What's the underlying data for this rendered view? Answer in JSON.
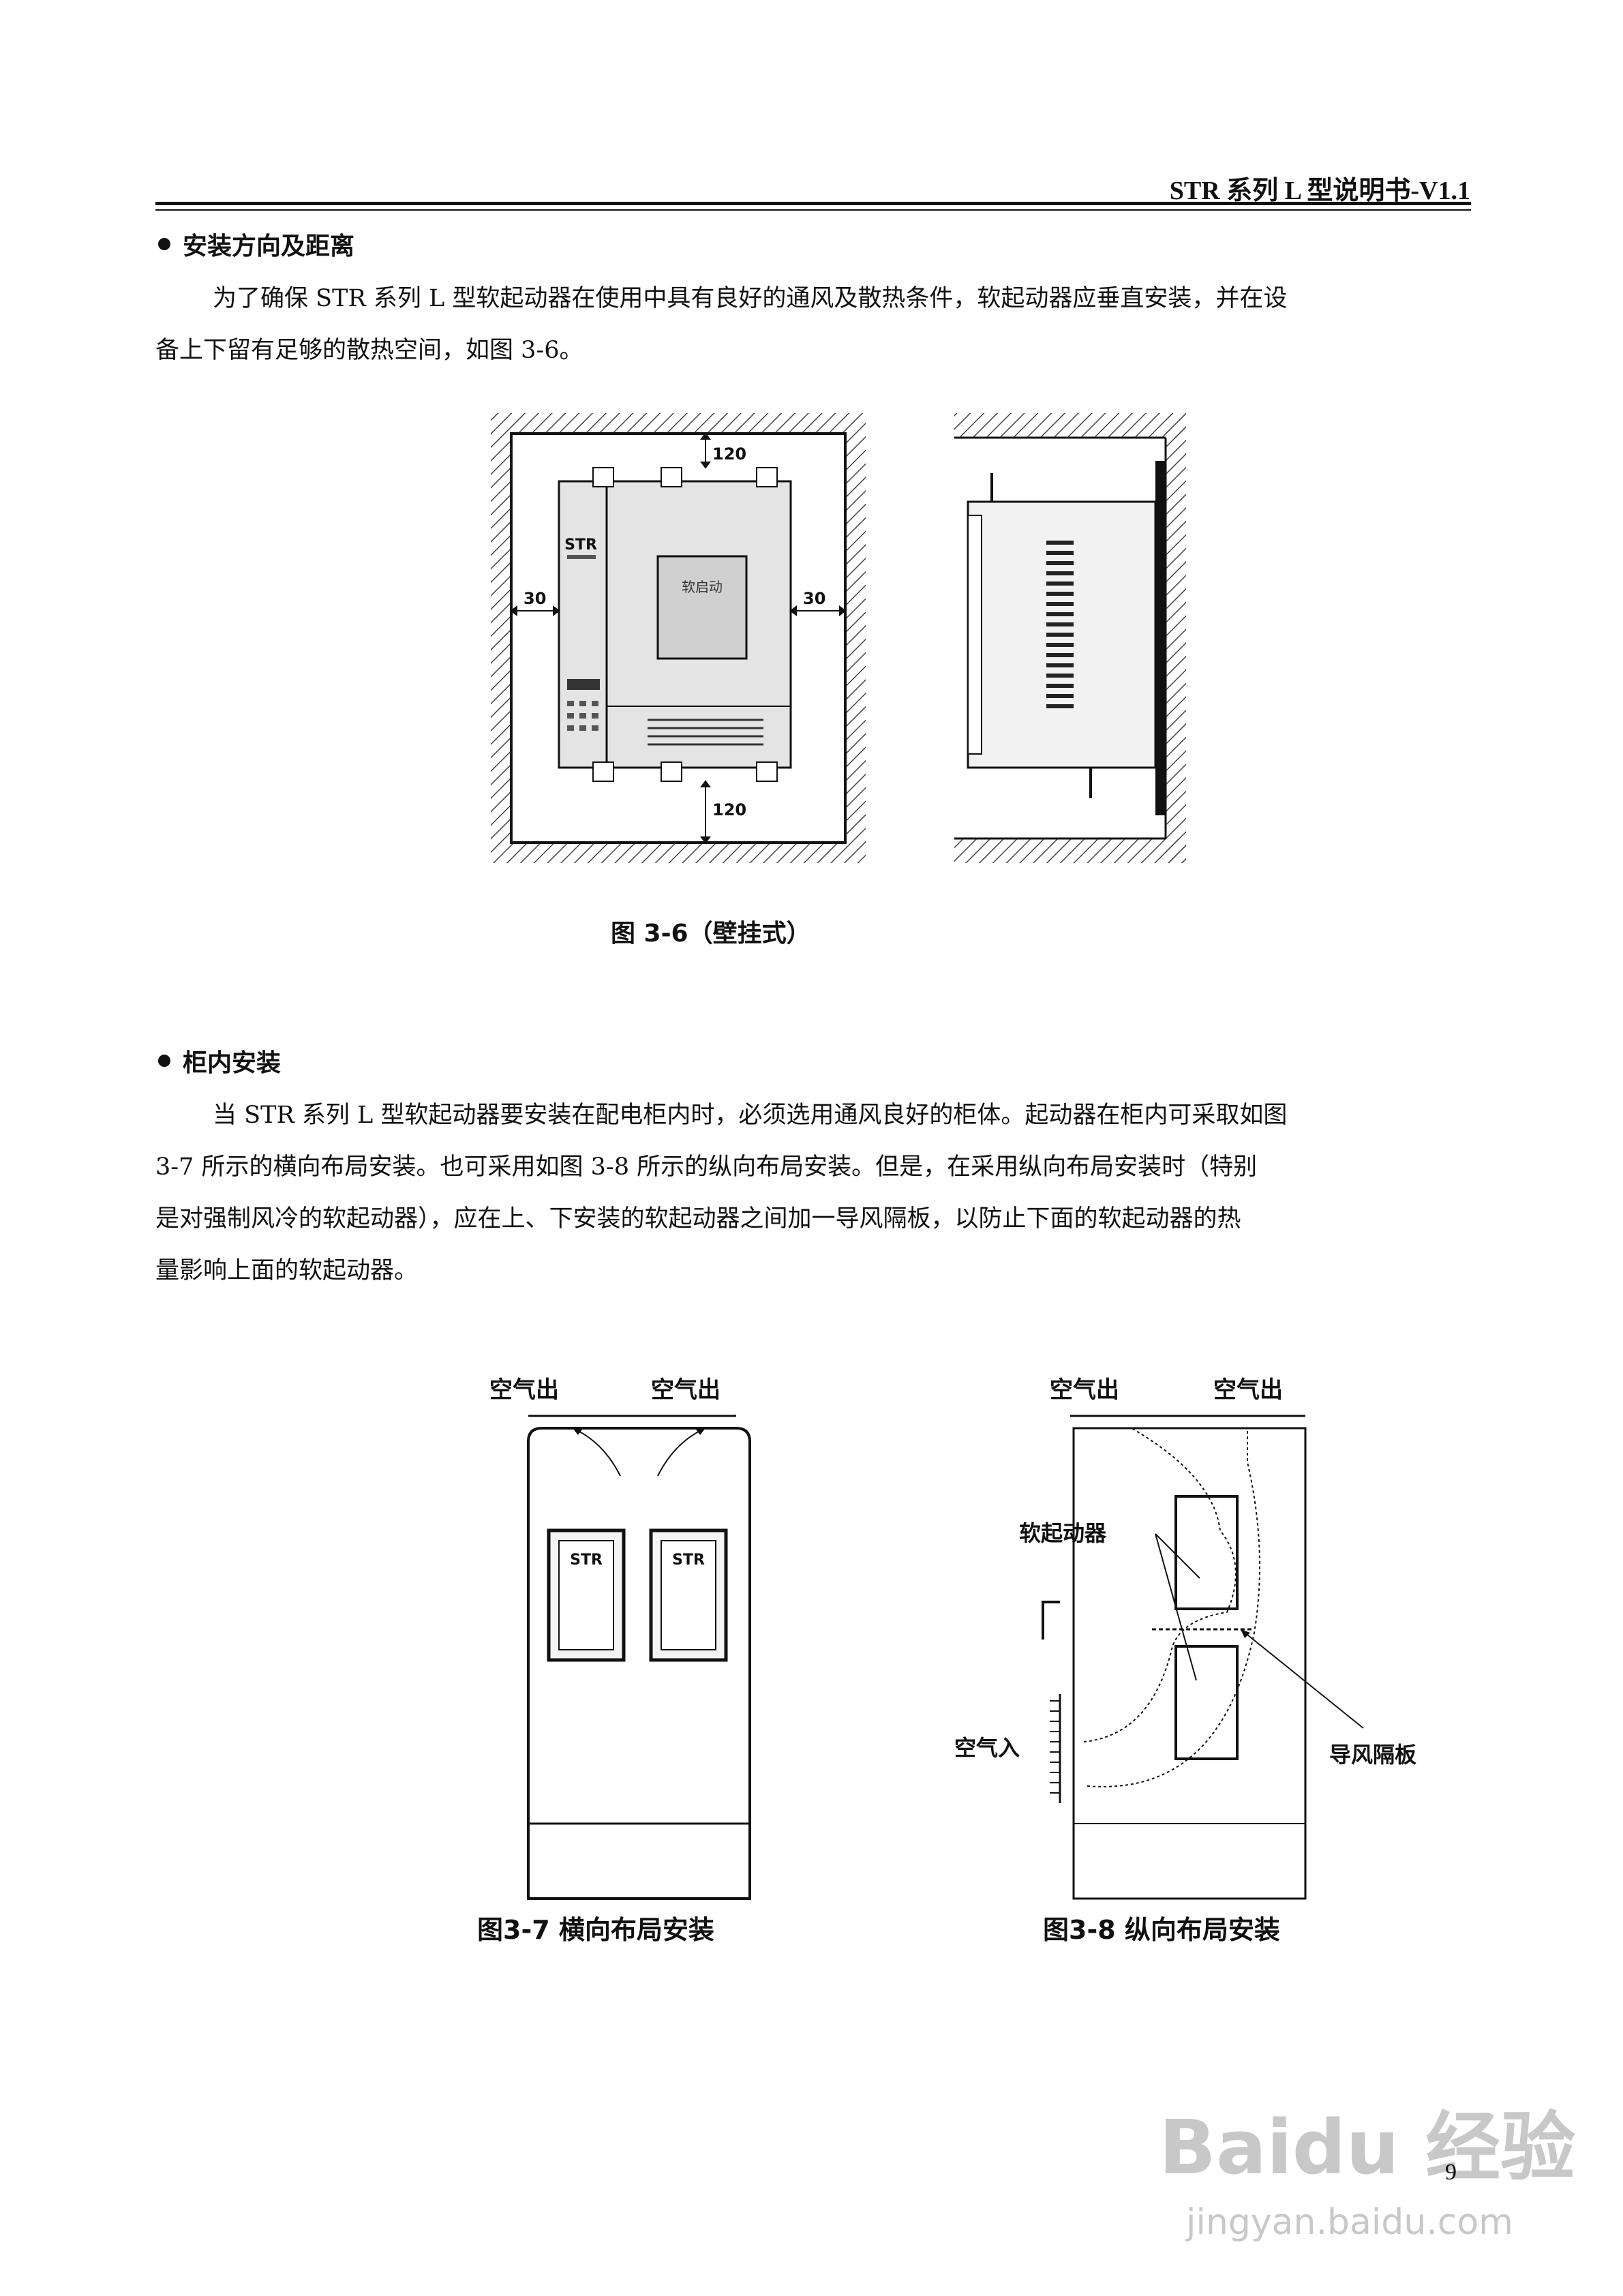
{
  "header": {
    "title": "STR 系列 L 型说明书-V1.1"
  },
  "section1": {
    "heading": "安装方向及距离",
    "para_line1": "为了确保 STR 系列 L 型软起动器在使用中具有良好的通风及散热条件，软起动器应垂直安装，并在设",
    "para_line2": "备上下留有足够的散热空间，如图 3-6。"
  },
  "fig36": {
    "dim_top": "120",
    "dim_bottom": "120",
    "dim_left": "30",
    "dim_right": "30",
    "brand": "STR",
    "panel_label": "软启动",
    "caption": "图 3-6（壁挂式）"
  },
  "section2": {
    "heading": "柜内安装",
    "lines": [
      "当 STR 系列 L 型软起动器要安装在配电柜内时，必须选用通风良好的柜体。起动器在柜内可采取如图",
      "3-7 所示的横向布局安装。也可采用如图 3-8 所示的纵向布局安装。但是，在采用纵向布局安装时（特别",
      "是对强制风冷的软起动器），应在上、下安装的软起动器之间加一导风隔板，以防止下面的软起动器的热",
      "量影响上面的软起动器。"
    ]
  },
  "fig37": {
    "air_out_left": "空气出",
    "air_out_right": "空气出",
    "unit_left": "STR",
    "unit_right": "STR",
    "caption": "图3-7  横向布局安装"
  },
  "fig38": {
    "air_out_left": "空气出",
    "air_out_right": "空气出",
    "soft_starter": "软起动器",
    "air_in": "空气入",
    "baffle": "导风隔板",
    "caption": "图3-8  纵向布局安装"
  },
  "footer": {
    "page_number": "9",
    "watermark_logo": "Baidu 经验",
    "watermark_url": "jingyan.baidu.com"
  }
}
